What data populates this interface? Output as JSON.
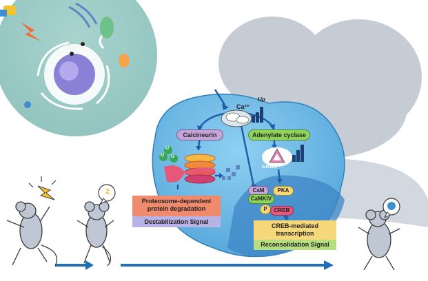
{
  "labels": {
    "ca": "Ca²⁺",
    "up1": "Up",
    "up2": "Up",
    "calcineurin": "Calcineurin",
    "adenylate_cyclase": "Adenylate cyclase",
    "camp": "cAMP",
    "ub1": "U",
    "ub2": "U",
    "ub3": "U",
    "cam": "CaM",
    "pka": "PKA",
    "camkiv": "CaMKIV",
    "p": "P",
    "creb": "CREB",
    "proteosome": "Proteosome-dependent protein degradation",
    "destabilization": "Destabilization Signal",
    "creb_transcription": "CREB-mediated transcription",
    "reconsolidation": "Reconsolidation Signal"
  },
  "colors": {
    "nucleus_fill": "#5fb0e0",
    "nucleus_inner": "#3f93cc",
    "brain_gray": "#c9d0d8",
    "cell_bg": "#9cc9c4",
    "calcineurin_pill": "#c6a3d8",
    "adenylate_pill": "#8fd45a",
    "red_box": "#f08a6c",
    "purple_box": "#b9b2e6",
    "yellow_box": "#f6d77a",
    "green_box": "#b6de7e",
    "arrow_blue": "#1f6fb5"
  },
  "icons": [
    "lightning-icon",
    "mouse-icon",
    "speech-bubble-icon"
  ]
}
